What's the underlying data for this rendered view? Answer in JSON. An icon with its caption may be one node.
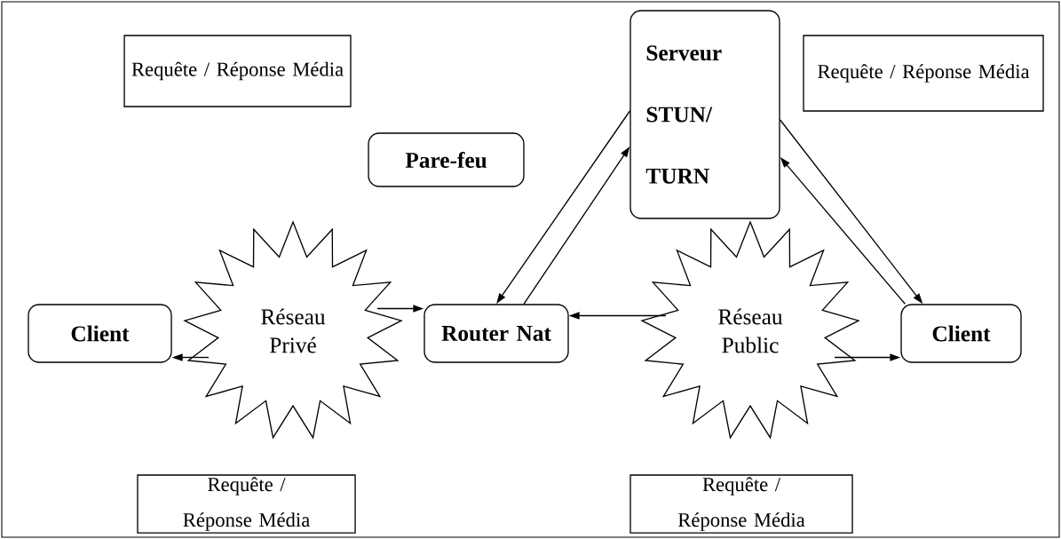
{
  "diagram": {
    "nodes": [
      {
        "text": [
          "Client"
        ]
      },
      {
        "text": [
          "Réseau Privé"
        ]
      },
      {
        "text": [
          "Router Nat"
        ]
      },
      {
        "text": [
          "Réseau Public"
        ]
      },
      {
        "text": [
          "Client"
        ]
      },
      {
        "text": [
          "Serveur STUN/ TURN"
        ]
      },
      {
        "text": [
          "Pare-feu"
        ]
      },
      {
        "text": [
          "Requête / Réponse Média"
        ]
      },
      {
        "text": [
          "Requête / Réponse Média"
        ]
      },
      {
        "text": [
          "Requête / Réponse Média"
        ]
      },
      {
        "text": [
          "Requête / Réponse Média"
        ]
      }
    ],
    "edges": [
      {
        "from": 1,
        "to": 2,
        "arrow": "to"
      },
      {
        "from": 1,
        "to": 0,
        "arrow": "to"
      },
      {
        "from": 3,
        "to": 2,
        "arrow": "to"
      },
      {
        "from": 3,
        "to": 4,
        "arrow": "to"
      },
      {
        "from": 5,
        "to": 2,
        "arrow": "to"
      },
      {
        "from": 2,
        "to": 5,
        "arrow": "to"
      },
      {
        "from": 4,
        "to": 5,
        "arrow": "to"
      },
      {
        "from": 5,
        "to": 4,
        "arrow": "to"
      }
    ]
  }
}
